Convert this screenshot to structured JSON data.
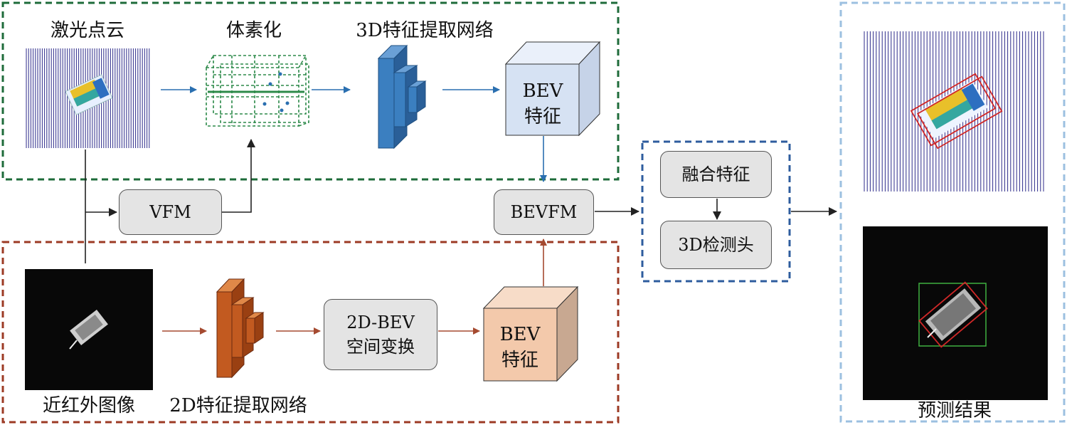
{
  "lidar_branch": {
    "point_cloud_label": "激光点云",
    "voxelization_label": "体素化",
    "extractor_3d_label": "3D特征提取网络",
    "bev_feature_line1": "BEV",
    "bev_feature_line2": "特征"
  },
  "vfm_label": "VFM",
  "bevfm_label": "BEVFM",
  "nir_branch": {
    "image_label": "近红外图像",
    "extractor_2d_label": "2D特征提取网络",
    "transform_line1": "2D-BEV",
    "transform_line2": "空间变换",
    "bev_feature_line1": "BEV",
    "bev_feature_line2": "特征"
  },
  "detection": {
    "fusion_label": "融合特征",
    "head_label": "3D检测头"
  },
  "result_label": "预测结果",
  "colors": {
    "lidar_frame": "#1e6b3a",
    "nir_frame": "#9c3a24",
    "detect_frame": "#2e5c9e",
    "result_frame": "#9cc0e0",
    "blue_arrow": "#2a6fb0",
    "brown_arrow": "#a54a30",
    "black_arrow": "#222222",
    "voxel_green": "#2d8a4a",
    "cnn3d_blue": "#3b7fc0",
    "cnn2d_orange": "#c25a20",
    "bev_blue_face": "#d6e2f3",
    "bev_orange_face": "#f3c9ab",
    "point_lines": "#2c2a8a",
    "box_red": "#d02828",
    "box_green": "#3fb040"
  }
}
